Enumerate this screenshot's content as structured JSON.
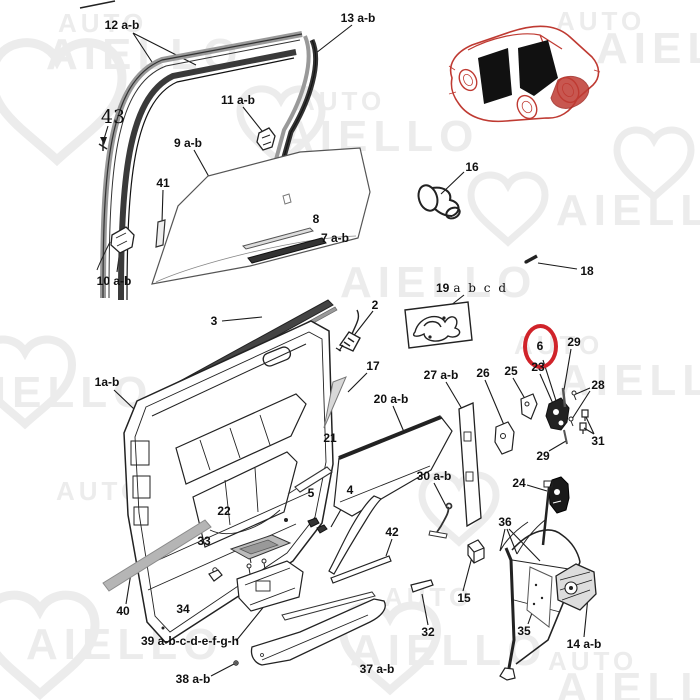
{
  "image_type": "exploded parts diagram - car front door components",
  "watermark": {
    "auto": "AUTO",
    "aiello": "AIELLO"
  },
  "colors": {
    "line": "#1a1a1a",
    "highlight_red": "#d0232a",
    "car_red": "#bf3a32",
    "watermark_gray": "#ececec"
  },
  "highlight": {
    "circled_part": "6"
  },
  "label19_letters": "a b c d",
  "labels": [
    {
      "id": "12ab",
      "text": "12 a-b"
    },
    {
      "id": "13ab",
      "text": "13 a-b"
    },
    {
      "id": "11ab",
      "text": "11 a-b"
    },
    {
      "id": "43",
      "text": "43"
    },
    {
      "id": "9ab",
      "text": "9 a-b"
    },
    {
      "id": "41",
      "text": "41"
    },
    {
      "id": "16",
      "text": "16"
    },
    {
      "id": "8",
      "text": "8"
    },
    {
      "id": "7ab",
      "text": "7 a-b"
    },
    {
      "id": "18",
      "text": "18"
    },
    {
      "id": "10ab",
      "text": "10 a-b"
    },
    {
      "id": "19",
      "text": "19"
    },
    {
      "id": "2",
      "text": "2"
    },
    {
      "id": "3",
      "text": "3"
    },
    {
      "id": "6",
      "text": "6"
    },
    {
      "id": "29a",
      "text": "29"
    },
    {
      "id": "23",
      "text": "23"
    },
    {
      "id": "25",
      "text": "25"
    },
    {
      "id": "26",
      "text": "26"
    },
    {
      "id": "27ab",
      "text": "27 a-b"
    },
    {
      "id": "17",
      "text": "17"
    },
    {
      "id": "1ab",
      "text": "1a-b"
    },
    {
      "id": "28",
      "text": "28"
    },
    {
      "id": "20ab",
      "text": "20 a-b"
    },
    {
      "id": "31",
      "text": "31"
    },
    {
      "id": "29b",
      "text": "29"
    },
    {
      "id": "24",
      "text": "24"
    },
    {
      "id": "30ab",
      "text": "30 a-b"
    },
    {
      "id": "21",
      "text": "21"
    },
    {
      "id": "36",
      "text": "36"
    },
    {
      "id": "5",
      "text": "5"
    },
    {
      "id": "4",
      "text": "4"
    },
    {
      "id": "22",
      "text": "22"
    },
    {
      "id": "33",
      "text": "33"
    },
    {
      "id": "34",
      "text": "34"
    },
    {
      "id": "40",
      "text": "40"
    },
    {
      "id": "39",
      "text": "39 a-b-c-d-e-f-g-h"
    },
    {
      "id": "42",
      "text": "42"
    },
    {
      "id": "32",
      "text": "32"
    },
    {
      "id": "15",
      "text": "15"
    },
    {
      "id": "35",
      "text": "35"
    },
    {
      "id": "14ab",
      "text": "14 a-b"
    },
    {
      "id": "38ab",
      "text": "38 a-b"
    },
    {
      "id": "37ab",
      "text": "37 a-b"
    }
  ]
}
